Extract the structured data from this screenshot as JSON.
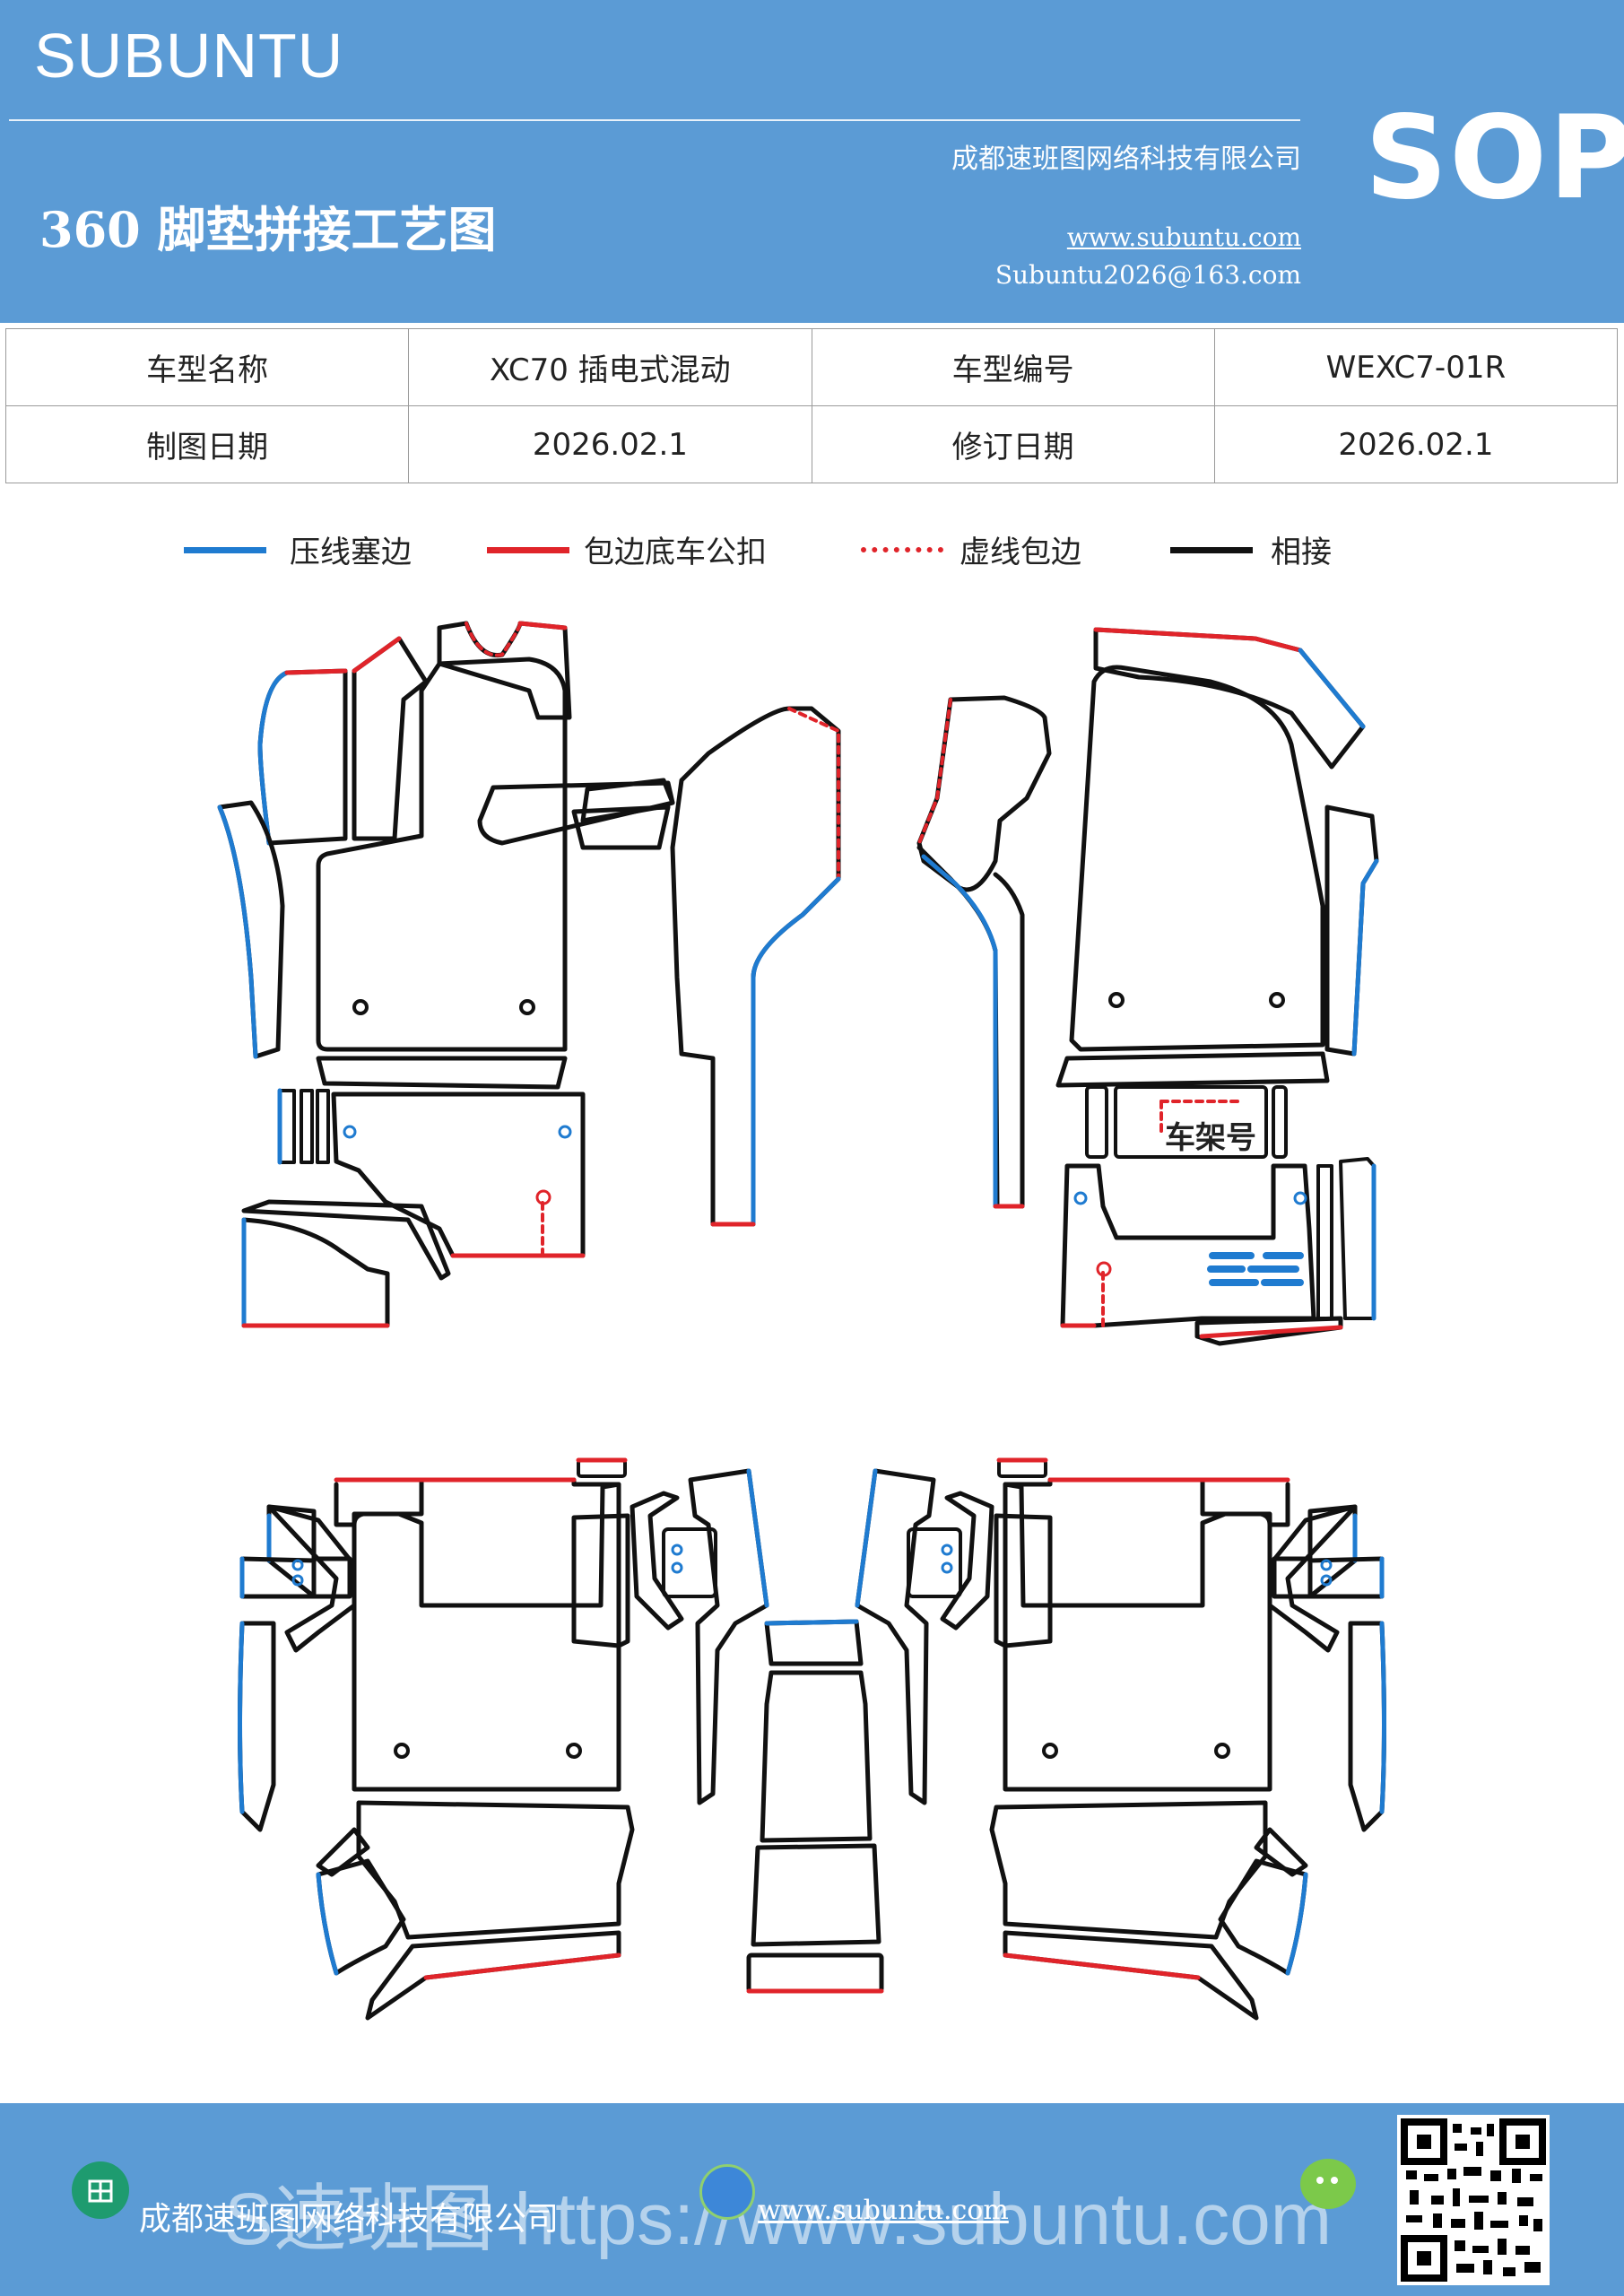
{
  "header": {
    "brand": "SUBUNTU",
    "title": "360 脚垫拼接工艺图",
    "company": "成都速班图网络科技有限公司",
    "website": "www.subuntu.com",
    "email": "Subuntu2026@163.com",
    "badge": "SOP"
  },
  "info_table": {
    "row1": {
      "label1": "车型名称",
      "value1": "XC70 插电式混动",
      "label2": "车型编号",
      "value2": "WEXC7-01R"
    },
    "row2": {
      "label1": "制图日期",
      "value1": "2026.02.1",
      "label2": "修订日期",
      "value2": "2026.02.1"
    }
  },
  "legend": [
    {
      "label": "压线塞边",
      "color": "#1f7bd0",
      "style": "solid"
    },
    {
      "label": "包边底车公扣",
      "color": "#e0242a",
      "style": "solid"
    },
    {
      "label": "虚线包边",
      "color": "#e0242a",
      "style": "dashed"
    },
    {
      "label": "相接",
      "color": "#111111",
      "style": "solid"
    }
  ],
  "diagram": {
    "frame_label": "车架号"
  },
  "footer": {
    "company": "成都速班图网络科技有限公司",
    "website": "www.subuntu.com",
    "watermark": "S速班图 https://www.subuntu.com"
  },
  "icons": {
    "footer_left": "company-icon",
    "footer_mid": "globe-icon",
    "footer_right": "wechat-icon",
    "qr": "qr-code"
  }
}
